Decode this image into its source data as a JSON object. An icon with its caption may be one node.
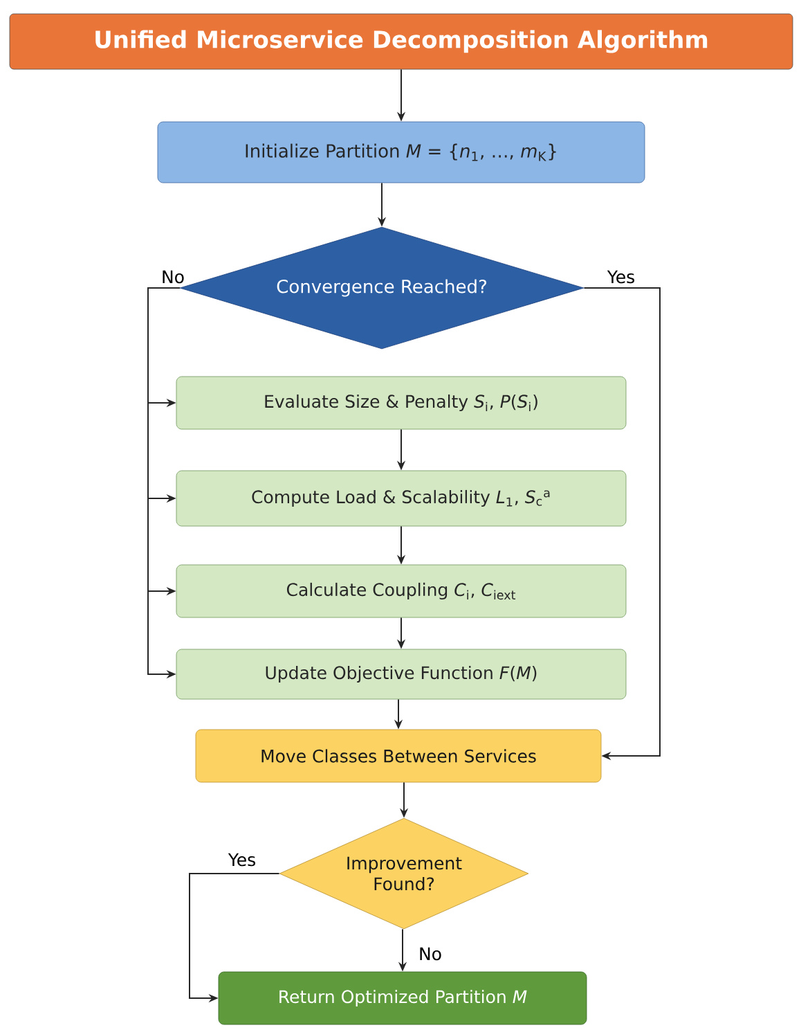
{
  "diagram": {
    "nodes": [
      {
        "text": [
          "Unified Microservice Decomposition Algorithm"
        ]
      },
      {
        "text": [
          "Initialize Partition *M* = {*n*$_{1}$, …, *m*$_{K}$}"
        ]
      },
      {
        "text": [
          "Convergence Reached?"
        ]
      },
      {
        "text": [
          "Evaluate Size & Penalty *S*$_{i}$, *P*(*S*$_{i}$)"
        ]
      },
      {
        "text": [
          "Compute Load & Scalability *L*$_{1}$, *S*$_{c}$$^{a}$"
        ]
      },
      {
        "text": [
          "Calculate Coupling *C*$_{i}$, *C*$_{iext}$"
        ]
      },
      {
        "text": [
          "Update Objective Function *F*(*M*)"
        ]
      },
      {
        "text": [
          "Move Classes Between Services"
        ]
      },
      {
        "text": [
          "Improvement Found?"
        ]
      },
      {
        "text": [
          "Return Optimized Partition *M*"
        ]
      }
    ],
    "edges": [
      {
        "from": 0,
        "to": 1,
        "arrow": "to"
      },
      {
        "from": 1,
        "to": 2,
        "arrow": "to"
      },
      {
        "from": 2,
        "to": 3,
        "arrow": "to",
        "label": "No"
      },
      {
        "from": 2,
        "to": 4,
        "arrow": "to"
      },
      {
        "from": 2,
        "to": 5,
        "arrow": "to"
      },
      {
        "from": 2,
        "to": 6,
        "arrow": "to"
      },
      {
        "from": 3,
        "to": 4,
        "arrow": "to"
      },
      {
        "from": 4,
        "to": 5,
        "arrow": "to"
      },
      {
        "from": 5,
        "to": 6,
        "arrow": "to"
      },
      {
        "from": 6,
        "to": 7,
        "arrow": "to"
      },
      {
        "from": 2,
        "to": 7,
        "arrow": "to",
        "label": "Yes"
      },
      {
        "from": 7,
        "to": 8,
        "arrow": "to"
      },
      {
        "from": 8,
        "to": 9,
        "arrow": "to",
        "label": "No"
      },
      {
        "from": 8,
        "to": 9,
        "arrow": "to",
        "label": "Yes"
      }
    ]
  }
}
